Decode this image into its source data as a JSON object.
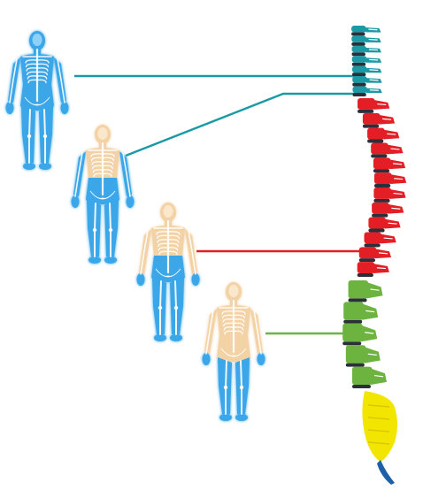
{
  "diagram": {
    "figures": [
      {
        "id": "figure-1",
        "affected_region": "whole-body",
        "connector_color": "#1b9aa6",
        "links_to": "cervical"
      },
      {
        "id": "figure-2",
        "affected_region": "arms-and-below",
        "connector_color": "#1b9aa6",
        "links_to": "cervical"
      },
      {
        "id": "figure-3",
        "affected_region": "lower-trunk-and-legs",
        "connector_color": "#e31e24",
        "links_to": "thoracic"
      },
      {
        "id": "figure-4",
        "affected_region": "legs",
        "connector_color": "#6db33f",
        "links_to": "lumbar"
      }
    ],
    "spine_segments": [
      {
        "name": "cervical",
        "color": "#1b9aa6",
        "vertebrae": 7
      },
      {
        "name": "thoracic",
        "color": "#e31e24",
        "vertebrae": 12
      },
      {
        "name": "lumbar",
        "color": "#6db33f",
        "vertebrae": 5
      },
      {
        "name": "sacrum",
        "color": "#f2e600",
        "vertebrae": 1
      },
      {
        "name": "coccyx",
        "color": "#1f5fa8",
        "vertebrae": 1
      }
    ],
    "colors": {
      "paralyzed": "#3aa6e8",
      "paralyzed_light": "#8fd0f6",
      "unaffected": "#f3d2a6",
      "unaffected_light": "#fbe8cc",
      "bone": "#ffffff",
      "disc": "#2a2f3a"
    }
  }
}
